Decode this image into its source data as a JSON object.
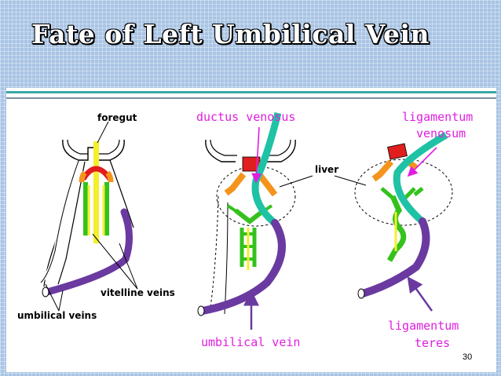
{
  "title": "Fate of Left Umbilical Vein",
  "page_number": "30",
  "labels": {
    "foregut": "foregut",
    "liver": "liver",
    "vitelline_veins": "vitelline veins",
    "umbilical_veins": "umbilical veins",
    "ductus_venosus": "ductus venosus",
    "umbilical_vein": "umbilical vein",
    "ligamentum_venosum_line1": "ligamentum",
    "ligamentum_venosum_line2": "venosum",
    "ligamentum_teres_line1": "ligamentum",
    "ligamentum_teres_line2": "teres"
  },
  "colors": {
    "background": "#a9c4e4",
    "umbilical": "#6a3aa0",
    "ductus": "#1fc2a5",
    "vitelline_green": "#33c21c",
    "vitelline_yellow": "#f5ef2a",
    "hepatic_orange": "#f4941c",
    "sinus_red": "#e01e1e",
    "pink_label": "#e01ee0"
  }
}
